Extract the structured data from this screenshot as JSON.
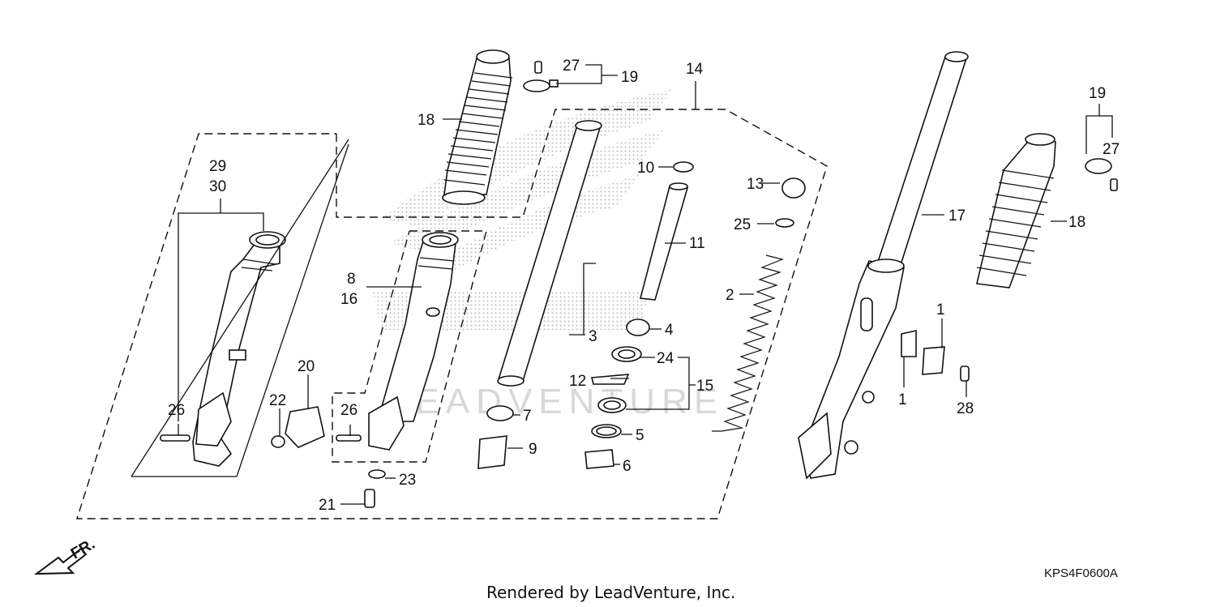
{
  "diagram": {
    "labels": [
      {
        "id": "l1a",
        "text": "1"
      },
      {
        "id": "l1b",
        "text": "1"
      },
      {
        "id": "l2",
        "text": "2"
      },
      {
        "id": "l3",
        "text": "3"
      },
      {
        "id": "l4",
        "text": "4"
      },
      {
        "id": "l5",
        "text": "5"
      },
      {
        "id": "l6",
        "text": "6"
      },
      {
        "id": "l7",
        "text": "7"
      },
      {
        "id": "l8",
        "text": "8"
      },
      {
        "id": "l9",
        "text": "9"
      },
      {
        "id": "l10",
        "text": "10"
      },
      {
        "id": "l11",
        "text": "11"
      },
      {
        "id": "l12",
        "text": "12"
      },
      {
        "id": "l13",
        "text": "13"
      },
      {
        "id": "l14",
        "text": "14"
      },
      {
        "id": "l15",
        "text": "15"
      },
      {
        "id": "l16",
        "text": "16"
      },
      {
        "id": "l17",
        "text": "17"
      },
      {
        "id": "l18a",
        "text": "18"
      },
      {
        "id": "l18b",
        "text": "18"
      },
      {
        "id": "l19a",
        "text": "19"
      },
      {
        "id": "l19b",
        "text": "19"
      },
      {
        "id": "l20",
        "text": "20"
      },
      {
        "id": "l21",
        "text": "21"
      },
      {
        "id": "l22",
        "text": "22"
      },
      {
        "id": "l23",
        "text": "23"
      },
      {
        "id": "l24",
        "text": "24"
      },
      {
        "id": "l25",
        "text": "25"
      },
      {
        "id": "l26a",
        "text": "26"
      },
      {
        "id": "l26b",
        "text": "26"
      },
      {
        "id": "l27a",
        "text": "27"
      },
      {
        "id": "l27b",
        "text": "27"
      },
      {
        "id": "l28",
        "text": "28"
      },
      {
        "id": "l29",
        "text": "29"
      },
      {
        "id": "l30",
        "text": "30"
      }
    ],
    "front_indicator": "FR.",
    "diagram_code": "KPS4F0600A",
    "watermark": "LEADVENTURE",
    "footer": "Rendered by LeadVenture, Inc."
  },
  "colors": {
    "line": "#111111",
    "watermark": "#d8d8d8",
    "background": "#ffffff"
  },
  "icons": {
    "front_arrow": "arrow-down-left-icon",
    "watermark_logo": "honda-wing-logo"
  }
}
